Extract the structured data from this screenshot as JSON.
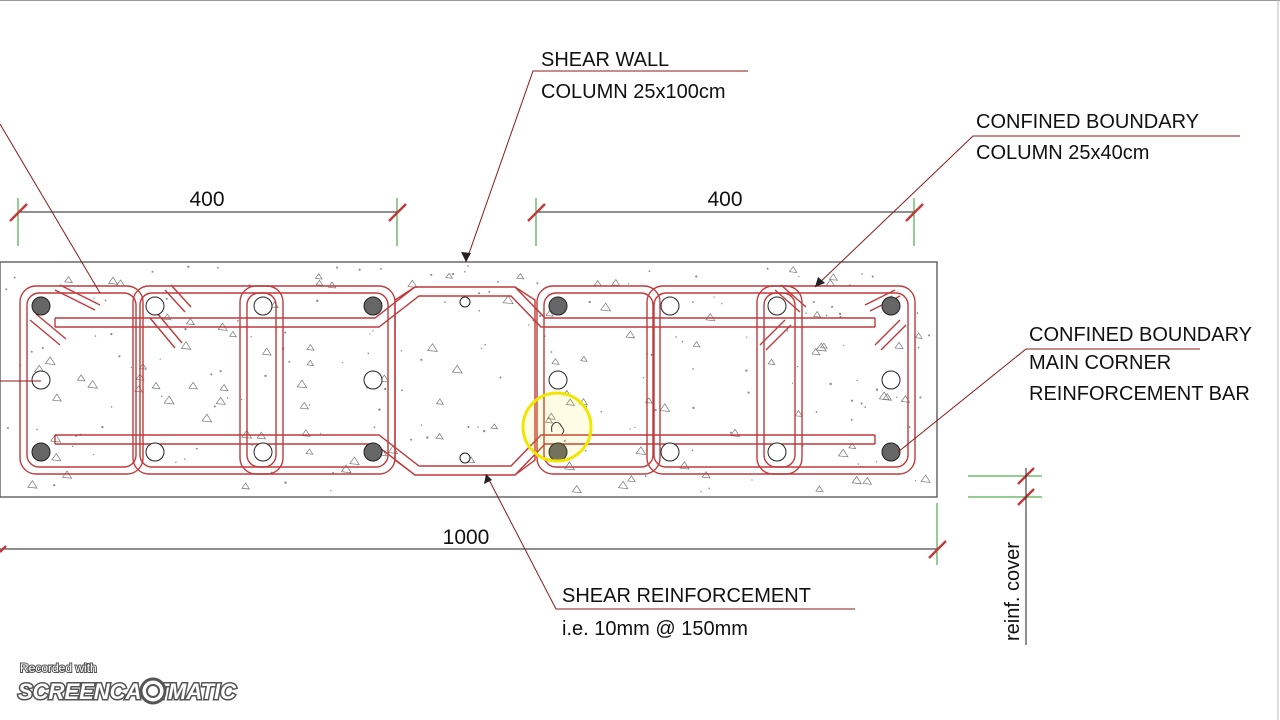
{
  "labels": {
    "shear_wall_line1": "SHEAR WALL",
    "shear_wall_line2": "COLUMN 25x100cm",
    "confined_col_line1": "CONFINED BOUNDARY",
    "confined_col_line2": "COLUMN 25x40cm",
    "corner_bar_line1": "CONFINED BOUNDARY",
    "corner_bar_line2": "MAIN CORNER",
    "corner_bar_line3": "REINFORCEMENT BAR",
    "shear_reinf_line1": "SHEAR REINFORCEMENT",
    "shear_reinf_line2": "i.e. 10mm @ 150mm",
    "cover": "reinf. cover"
  },
  "dimensions": {
    "left_boundary": "400",
    "right_boundary": "400",
    "overall": "1000"
  },
  "watermark": {
    "small": "Recorded with",
    "big_left": "SCREENCAST",
    "big_right": "MATIC"
  },
  "colors": {
    "rebar": "#c0393b",
    "leader": "#8b1a1a",
    "concrete_edge": "#444444",
    "cursor_highlight": "#f2e600"
  }
}
